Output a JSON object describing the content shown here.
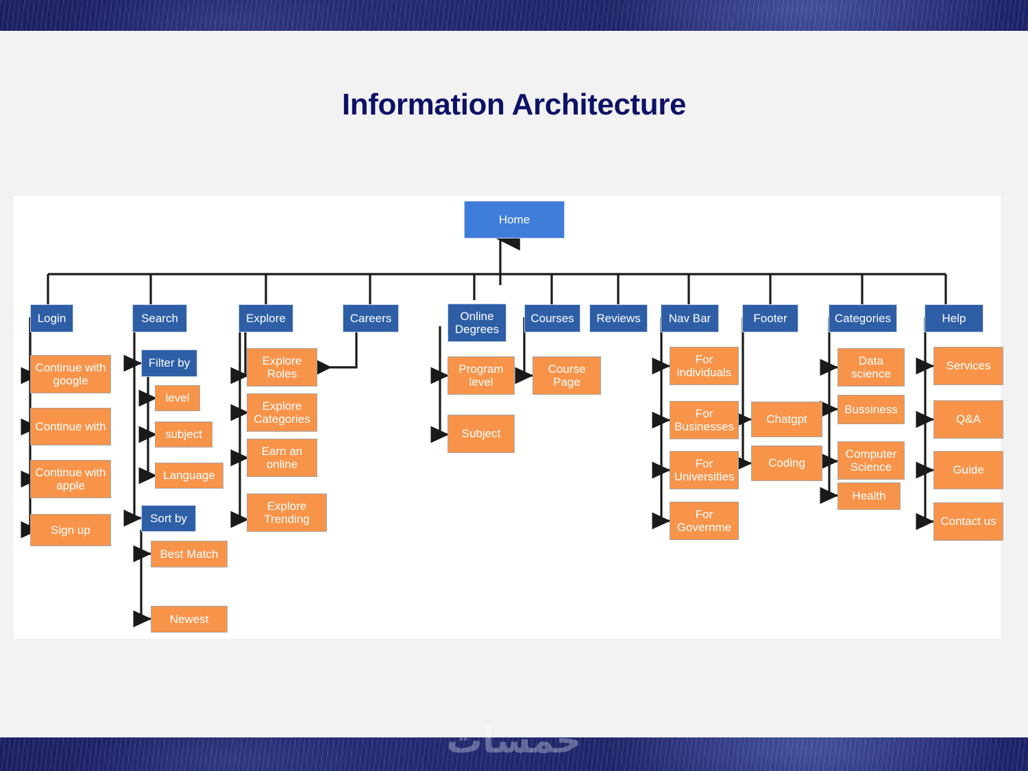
{
  "page": {
    "title": "Information Architecture",
    "watermark": "خمسات",
    "background_color": "#f2f2f2",
    "band_color": "#1e2470",
    "title_color": "#0d1267"
  },
  "palette": {
    "root_blue": "#3f7ddb",
    "section_blue": "#2e5fa6",
    "leaf_orange": "#f7944a",
    "connector": "#1a1a1a"
  },
  "diagram": {
    "type": "sitemap-tree",
    "root": {
      "label": "Home"
    },
    "sections": [
      {
        "label": "Login",
        "children": [
          {
            "label": "Continue with google"
          },
          {
            "label": "Continue with"
          },
          {
            "label": "Continue with apple"
          },
          {
            "label": "Sign up"
          }
        ]
      },
      {
        "label": "Search",
        "groups": [
          {
            "label": "Filter by",
            "children": [
              {
                "label": "level"
              },
              {
                "label": "subject"
              },
              {
                "label": "Language"
              }
            ]
          },
          {
            "label": "Sort by",
            "children": [
              {
                "label": "Best Match"
              },
              {
                "label": "Newest"
              }
            ]
          }
        ]
      },
      {
        "label": "Explore",
        "children": [
          {
            "label": "Explore Roles"
          },
          {
            "label": "Explore Categories"
          },
          {
            "label": "Earn an online"
          },
          {
            "label": "Explore Trending"
          }
        ]
      },
      {
        "label": "Careers",
        "children": []
      },
      {
        "label": "Online Degrees",
        "children": [
          {
            "label": "Program level"
          },
          {
            "label": "Subject"
          }
        ]
      },
      {
        "label": "Courses",
        "children": [
          {
            "label": "Course Page"
          }
        ]
      },
      {
        "label": "Reviews",
        "children": []
      },
      {
        "label": "Nav Bar",
        "children": [
          {
            "label": "For individuals"
          },
          {
            "label": "For Businesses"
          },
          {
            "label": "For Universities"
          },
          {
            "label": "For Governme"
          }
        ]
      },
      {
        "label": "Footer",
        "children": [
          {
            "label": "Chatgpt"
          },
          {
            "label": "Coding"
          }
        ]
      },
      {
        "label": "Categories",
        "children": [
          {
            "label": "Data science"
          },
          {
            "label": "Bussiness"
          },
          {
            "label": "Computer Science"
          },
          {
            "label": "Health"
          }
        ]
      },
      {
        "label": "Help",
        "children": [
          {
            "label": "Services"
          },
          {
            "label": "Q&A"
          },
          {
            "label": "Guide"
          },
          {
            "label": "Contact us"
          }
        ]
      }
    ]
  }
}
